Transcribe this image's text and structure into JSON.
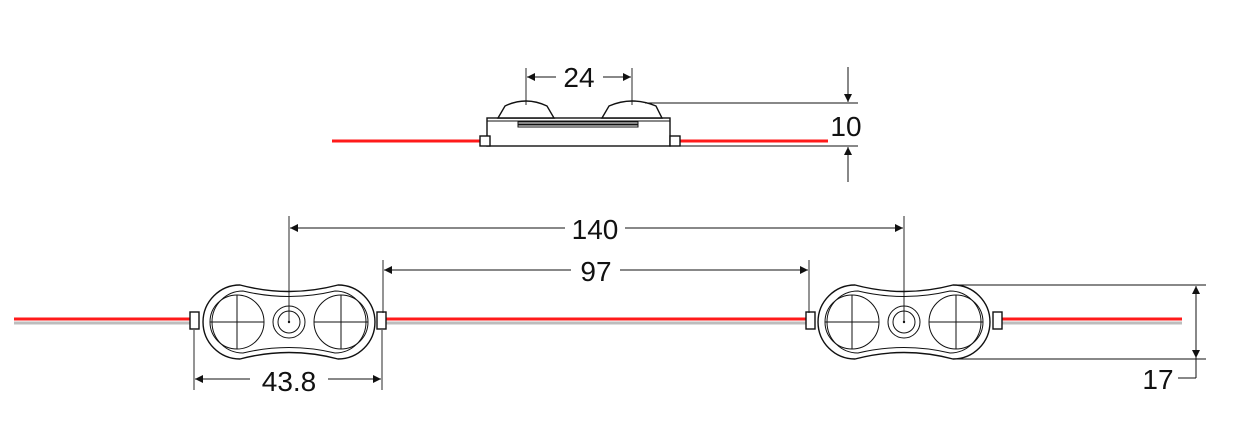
{
  "dimensions": {
    "lens_spacing": "24",
    "height": "10",
    "pitch": "140",
    "wire_length": "97",
    "module_length": "43.8",
    "module_width": "17"
  },
  "colors": {
    "wire_positive": "#ff1a1a",
    "wire_negative": "#bdbdbd",
    "line": "#111111"
  }
}
